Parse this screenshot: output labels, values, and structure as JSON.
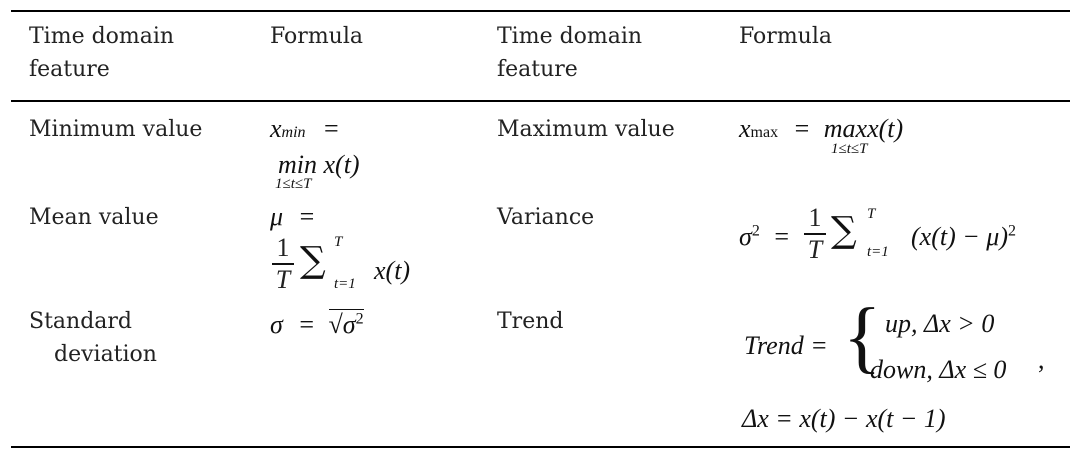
{
  "table": {
    "headers": [
      "Time domain feature",
      "Formula",
      "Time domain feature",
      "Formula"
    ],
    "header_lines": {
      "c1_l1": "Time domain",
      "c1_l2": "feature",
      "c2": "Formula",
      "c3_l1": "Time domain",
      "c3_l2": "feature",
      "c4": "Formula"
    },
    "rows": [
      {
        "feature_left": "Minimum value",
        "formula_left": "x_min = min_{1≤t≤T} x(t)",
        "feature_right": "Maximum value",
        "formula_right": "x_max = max_{1≤t≤T} x(t)"
      },
      {
        "feature_left": "Mean value",
        "formula_left": "μ = (1/T) Σ_{t=1}^{T} x(t)",
        "feature_right": "Variance",
        "formula_right": "σ² = (1/T) Σ_{t=1}^{T} (x(t) − μ)²"
      },
      {
        "feature_left_l1": "Standard",
        "feature_left_l2": "deviation",
        "formula_left": "σ = √σ²",
        "feature_right": "Trend",
        "formula_right": "Trend = { up, Δx > 0 ; down, Δx ≤ 0 }, Δx = x(t) − x(t − 1)"
      }
    ]
  },
  "math_text": {
    "xmin_lhs": "x",
    "xmin_sub": "min",
    "eq": "=",
    "min_op": "min",
    "range_1tT": "1≤t≤T",
    "xt": "x(t)",
    "xmax_lhs": "x",
    "xmax_sub": "max",
    "max_op": "max",
    "mu": "μ",
    "one": "1",
    "T": "T",
    "sum": "∑",
    "t_eq_1": "t=1",
    "sigma2_lhs": "σ",
    "sq": "2",
    "var_body": "(x(t) − μ)",
    "sigma": "σ",
    "sqrt_body": "√σ",
    "trend_lhs": "Trend =",
    "up_case": "up, Δx > 0",
    "down_case": "down, Δx ≤ 0",
    "comma": ",",
    "delta_def": "Δx = x(t) − x(t − 1)"
  }
}
